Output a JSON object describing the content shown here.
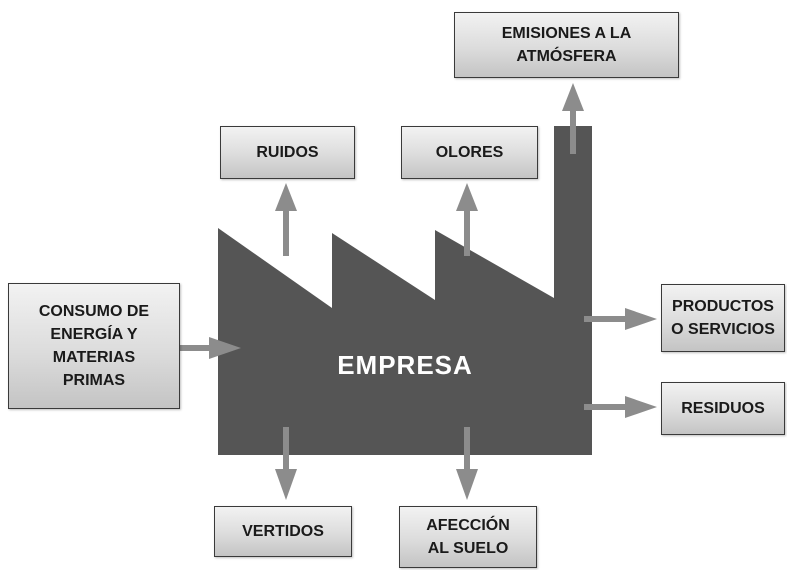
{
  "diagram": {
    "center": "EMPRESA",
    "inputs": {
      "consumo": "CONSUMO DE\nENERGÍA Y\nMATERIAS\nPRIMAS"
    },
    "outputs": {
      "emisiones": "EMISIONES A LA\nATMÓSFERA",
      "ruidos": "RUIDOS",
      "olores": "OLORES",
      "productos": "PRODUCTOS\nO SERVICIOS",
      "residuos": "RESIDUOS",
      "vertidos": "VERTIDOS",
      "afeccion": "AFECCIÓN\nAL SUELO"
    },
    "colors": {
      "factory": "#555555",
      "arrow": "#8c8c8c"
    }
  }
}
